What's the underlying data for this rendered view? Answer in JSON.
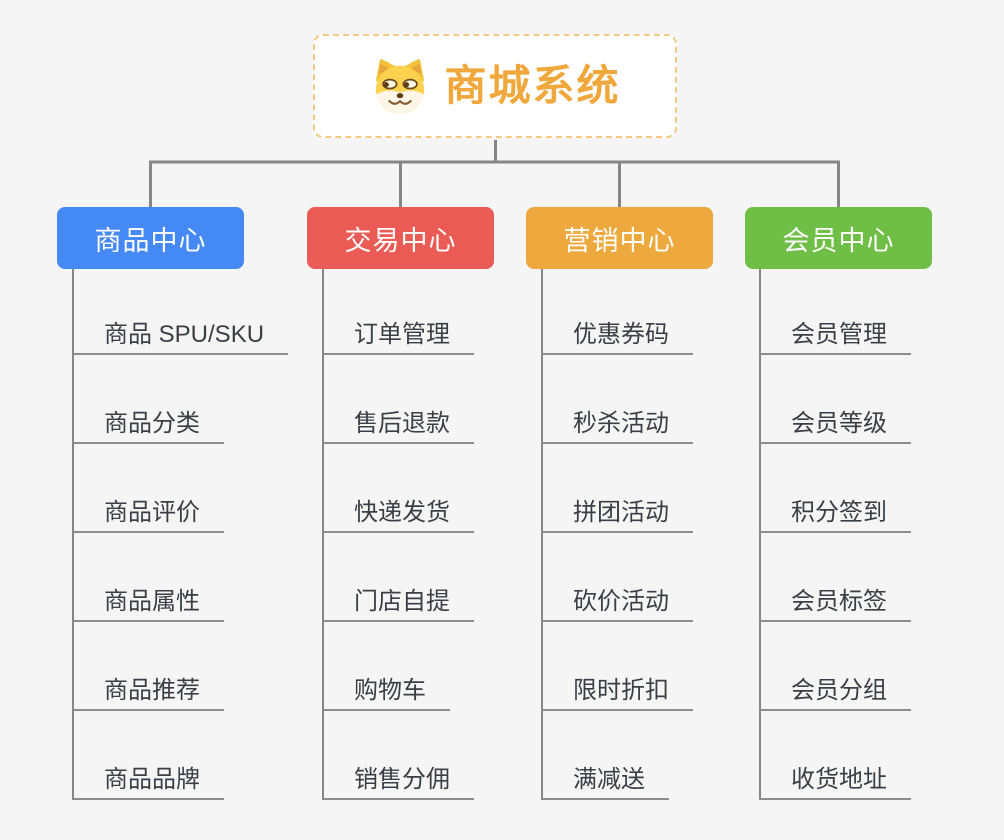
{
  "root": {
    "title": "商城系统",
    "icon": "doge-icon"
  },
  "branches": [
    {
      "label": "商品中心",
      "color": "#4589f4",
      "children": [
        "商品 SPU/SKU",
        "商品分类",
        "商品评价",
        "商品属性",
        "商品推荐",
        "商品品牌"
      ]
    },
    {
      "label": "交易中心",
      "color": "#ea5b55",
      "children": [
        "订单管理",
        "售后退款",
        "快递发货",
        "门店自提",
        "购物车",
        "销售分佣"
      ]
    },
    {
      "label": "营销中心",
      "color": "#eda93e",
      "children": [
        "优惠券码",
        "秒杀活动",
        "拼团活动",
        "砍价活动",
        "限时折扣",
        "满减送"
      ]
    },
    {
      "label": "会员中心",
      "color": "#6fbe45",
      "children": [
        "会员管理",
        "会员等级",
        "积分签到",
        "会员标签",
        "会员分组",
        "收货地址"
      ]
    }
  ],
  "colors": {
    "canvas_bg": "#f5f5f5",
    "root_text": "#f0a73c",
    "root_border": "#f2ca86",
    "connector_gray": "#868686",
    "underline_gray": "#8c8c8c",
    "leaf_text": "#3a3f46"
  }
}
